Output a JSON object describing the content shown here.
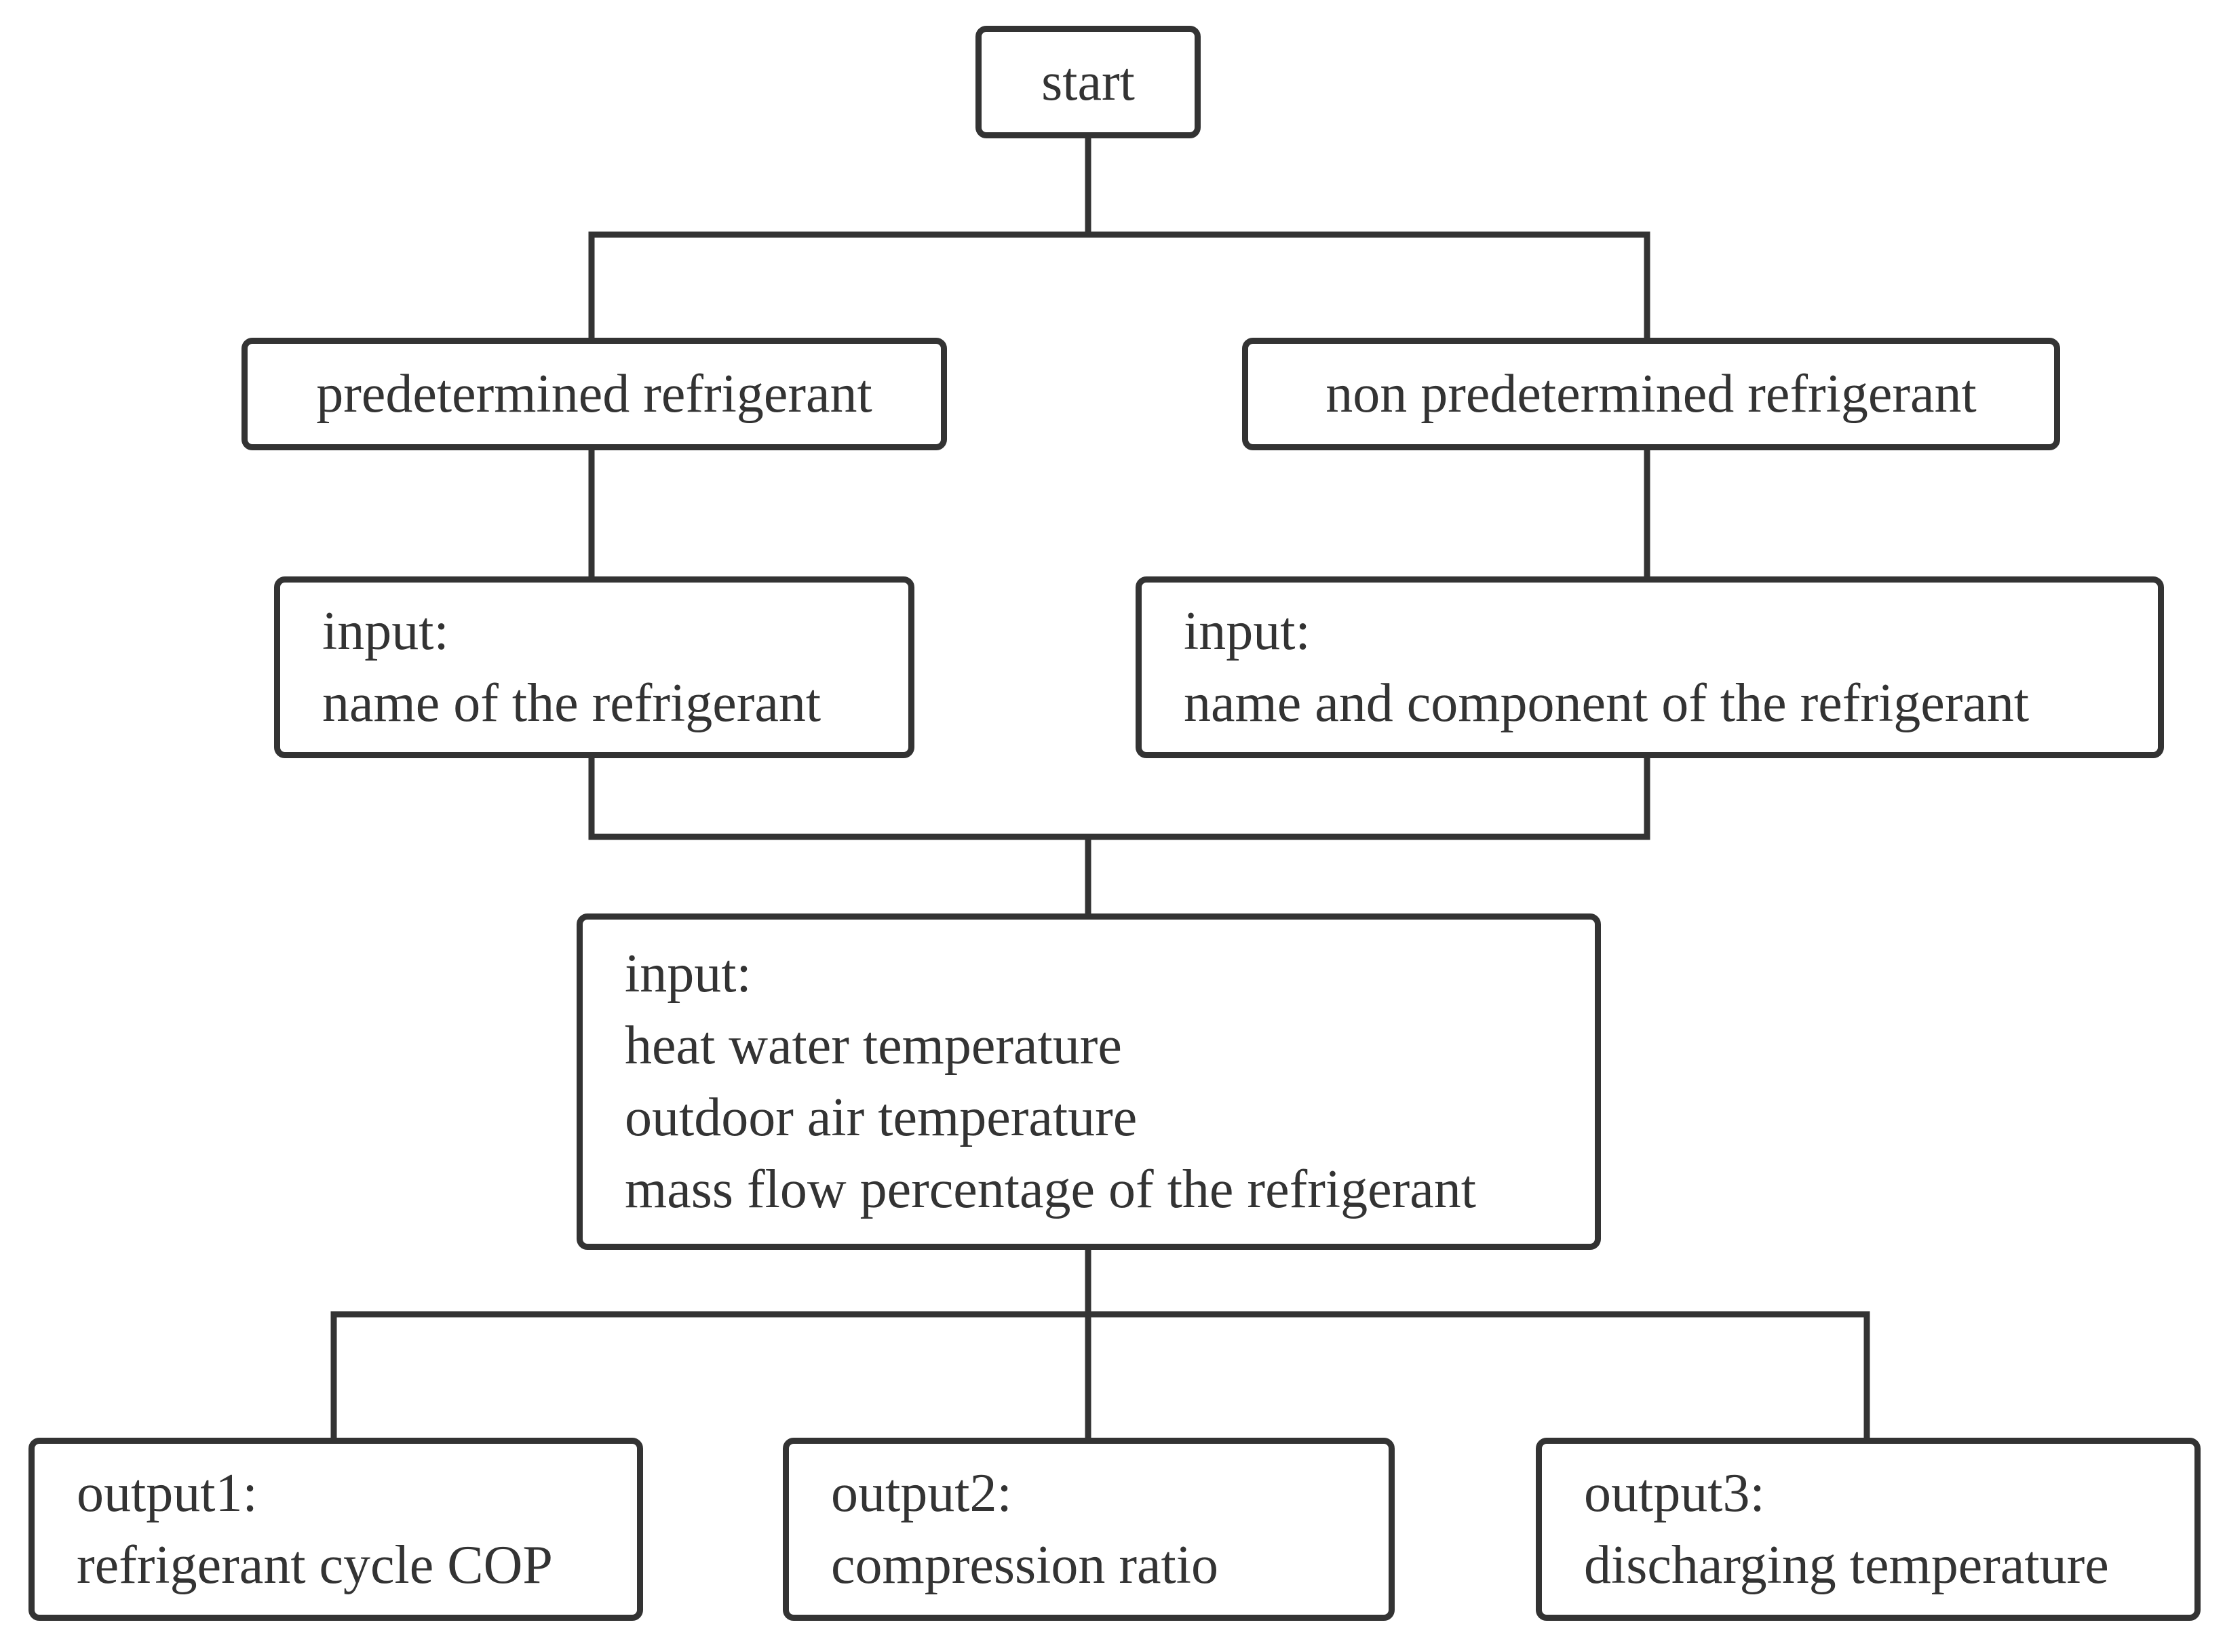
{
  "start": {
    "label": "start"
  },
  "branches": {
    "predetermined": {
      "label": "predetermined refrigerant",
      "input_title": "input:",
      "input_text": "name of the refrigerant"
    },
    "non_predetermined": {
      "label": "non predetermined refrigerant",
      "input_title": "input:",
      "input_text": "name and component of the refrigerant"
    }
  },
  "common_input": {
    "title": "input:",
    "lines": [
      "heat water temperature",
      "outdoor air temperature",
      "mass flow percentage of the refrigerant"
    ]
  },
  "outputs": [
    {
      "title": "output1:",
      "text": "refrigerant cycle COP"
    },
    {
      "title": "output2:",
      "text": "compression ratio"
    },
    {
      "title": "output3:",
      "text": "discharging temperature"
    }
  ],
  "colors": {
    "stroke": "#333333",
    "background": "#ffffff",
    "text": "#333333"
  }
}
